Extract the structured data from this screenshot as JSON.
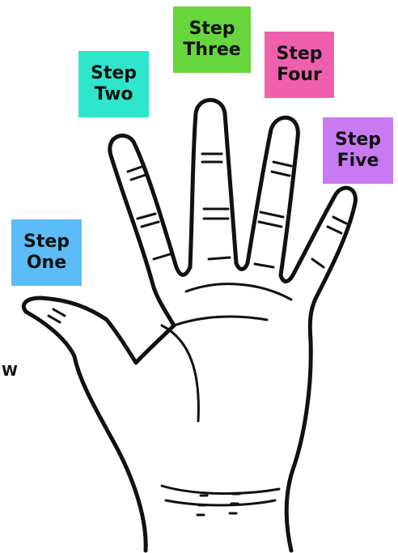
{
  "labels": {
    "one": {
      "line1": "Step",
      "line2": "One",
      "color": "#5bbcf8"
    },
    "two": {
      "line1": "Step",
      "line2": "Two",
      "color": "#2ee6cc"
    },
    "three": {
      "line1": "Step",
      "line2": "Three",
      "color": "#66d63c"
    },
    "four": {
      "line1": "Step",
      "line2": "Four",
      "color": "#f05fae"
    },
    "five": {
      "line1": "Step",
      "line2": "Five",
      "color": "#c77af2"
    }
  },
  "edge_text": "W",
  "colors": {
    "outline": "#111111",
    "background": "#ffffff"
  }
}
